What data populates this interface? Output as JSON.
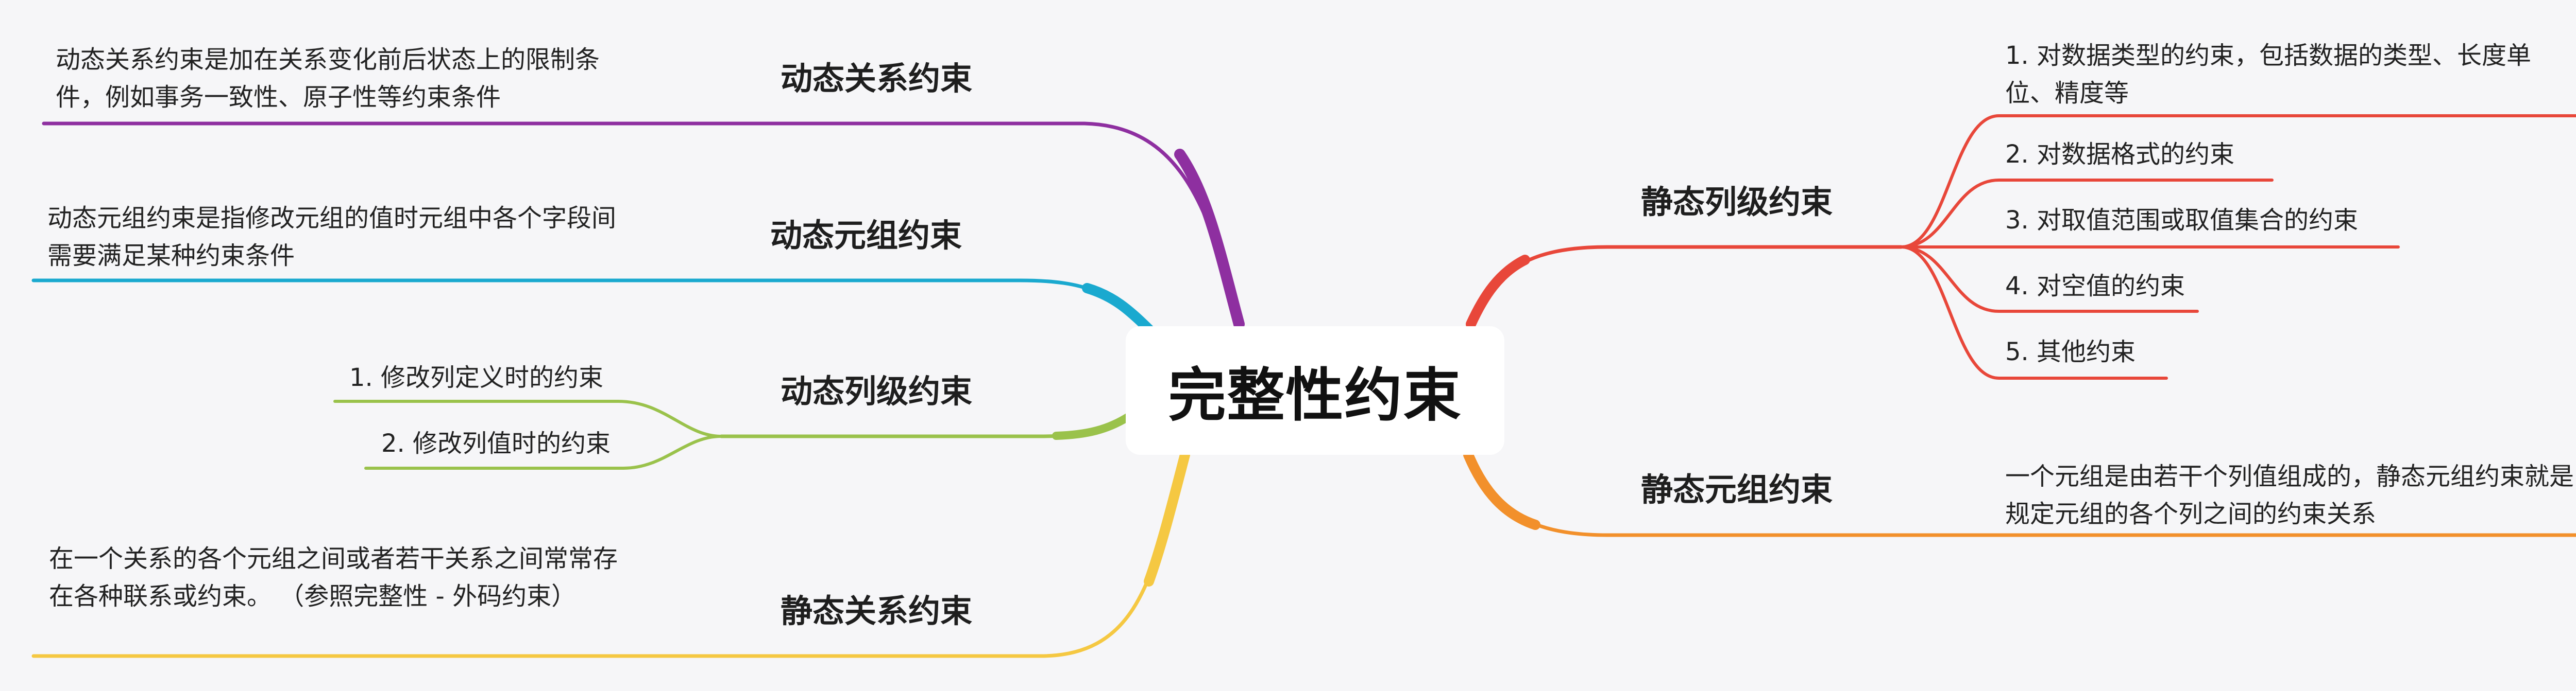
{
  "root": {
    "label": "完整性约束"
  },
  "colors": {
    "purple": "#8e2fa0",
    "cyan": "#1aa9cf",
    "green": "#9ac24b",
    "yellow": "#f5c842",
    "red": "#e8473a",
    "orange": "#f2902b"
  },
  "left": {
    "dynamic_relation": {
      "label": "动态关系约束",
      "note": "动态关系约束是加在关系变化前后状态上的限制条件，例如事务一致性、原子性等约束条件"
    },
    "dynamic_tuple": {
      "label": "动态元组约束",
      "note": "动态元组约束是指修改元组的值时元组中各个字段间需要满足某种约束条件"
    },
    "dynamic_column": {
      "label": "动态列级约束",
      "items": [
        {
          "label": "1. 修改列定义时的约束"
        },
        {
          "label": "2. 修改列值时的约束"
        }
      ]
    },
    "static_relation": {
      "label": "静态关系约束",
      "note": "在一个关系的各个元组之间或者若干关系之间常常存在各种联系或约束。 （参照完整性 - 外码约束）"
    }
  },
  "right": {
    "static_column": {
      "label": "静态列级约束",
      "items": [
        {
          "label": "1. 对数据类型的约束，包括数据的类型、长度单位、精度等"
        },
        {
          "label": "2. 对数据格式的约束"
        },
        {
          "label": "3. 对取值范围或取值集合的约束"
        },
        {
          "label": "4. 对空值的约束"
        },
        {
          "label": "5. 其他约束"
        }
      ]
    },
    "static_tuple": {
      "label": "静态元组约束",
      "note": "一个元组是由若干个列值组成的，静态元组约束就是规定元组的各个列之间的约束关系"
    }
  }
}
